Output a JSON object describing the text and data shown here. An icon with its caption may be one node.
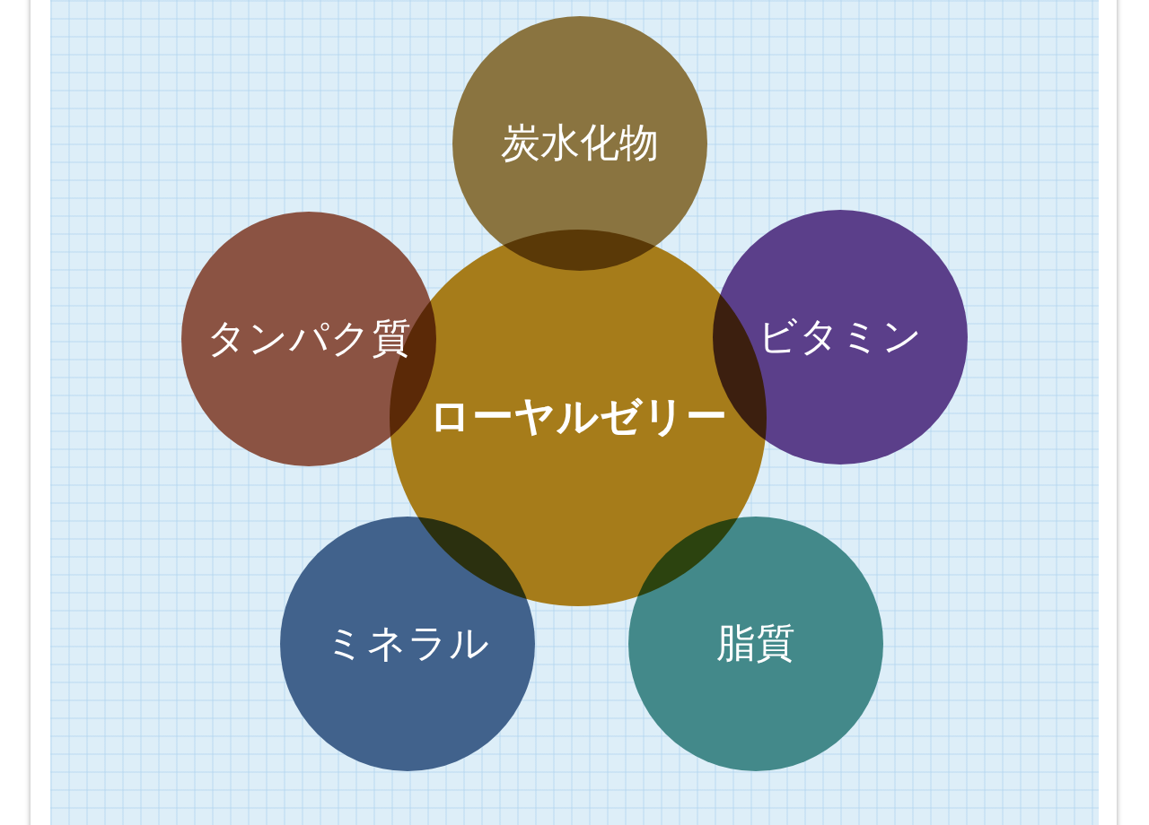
{
  "diagram": {
    "nodes": [
      {
        "text": [
          "炭水化物"
        ]
      },
      {
        "text": [
          "タンパク質"
        ]
      },
      {
        "text": [
          "ビタミン"
        ]
      },
      {
        "text": [
          "ローヤルゼリー"
        ]
      },
      {
        "text": [
          "ミネラル"
        ]
      },
      {
        "text": [
          "脂質"
        ]
      }
    ]
  }
}
